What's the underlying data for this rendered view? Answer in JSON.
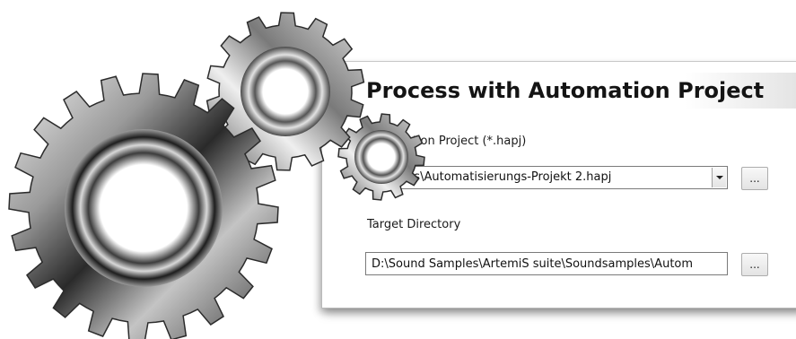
{
  "dialog": {
    "title": "Process with Automation Project",
    "automation_project": {
      "label": "Automation Project (*.hapj)",
      "selected_value": "B:\\Users\\Automatisierungs-Projekt 2.hapj",
      "browse_label": "..."
    },
    "target_directory": {
      "label": "Target Directory",
      "value": "D:\\Sound Samples\\ArtemiS suite\\Soundsamples\\Autom",
      "browse_label": "..."
    }
  },
  "artwork": {
    "icon": "gears-icon",
    "colors": {
      "steel_dark": "#1e1e1e",
      "steel_mid": "#7a7a7a",
      "steel_light": "#f2f2f2"
    }
  }
}
